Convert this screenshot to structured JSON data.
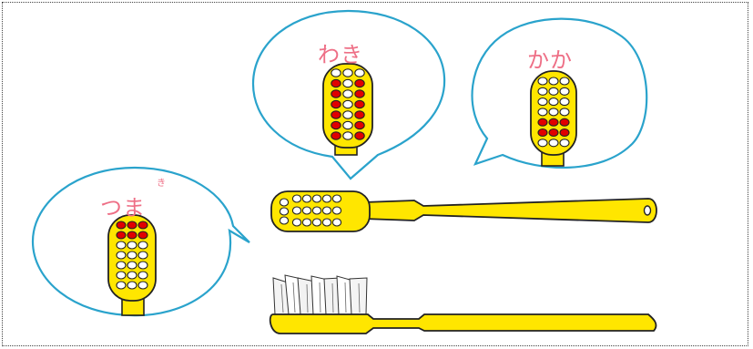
{
  "labels": {
    "bubble_left": "つま",
    "bubble_left_ruby": "き",
    "bubble_middle": "わき",
    "bubble_right": "かか"
  },
  "colors": {
    "bubble_stroke": "#2aa3cc",
    "brush_yellow": "#ffe600",
    "outline": "#222222",
    "highlight_red": "#e00000",
    "label_pink": "#ee6f86"
  },
  "brush_heads": {
    "left": {
      "rows": 7,
      "cols": 3,
      "red_rows": [
        0,
        1
      ]
    },
    "middle": {
      "rows": 7,
      "cols": 3,
      "red_rows": [
        1,
        2,
        3,
        4,
        5,
        6
      ],
      "red_side_cols": [
        0,
        2
      ]
    },
    "right": {
      "rows": 7,
      "cols": 3,
      "red_rows": [
        4,
        5
      ]
    }
  }
}
